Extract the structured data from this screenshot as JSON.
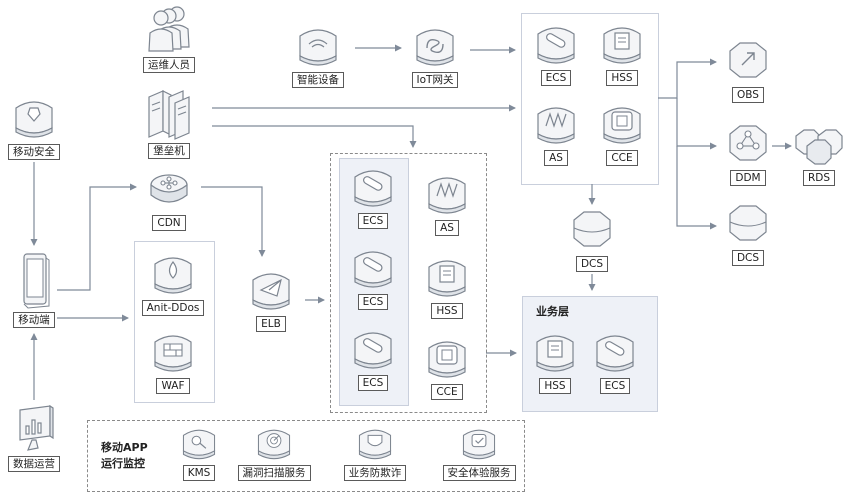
{
  "nodes": {
    "ops_staff": "运维人员",
    "bastion": "堡垒机",
    "mobile_security": "移动安全",
    "mobile_terminal": "移动端",
    "data_ops": "数据运营",
    "smart_device": "智能设备",
    "iot_gateway": "IoT网关",
    "cdn": "CDN",
    "anti_ddos": "Anit-DDos",
    "waf": "WAF",
    "elb": "ELB",
    "mid_ecs_1": "ECS",
    "mid_ecs_2": "ECS",
    "mid_ecs_3": "ECS",
    "mid_as": "AS",
    "mid_hss": "HSS",
    "mid_cce": "CCE",
    "top_ecs": "ECS",
    "top_hss": "HSS",
    "top_as": "AS",
    "top_cce": "CCE",
    "obs": "OBS",
    "ddm": "DDM",
    "rds": "RDS",
    "dcs_right": "DCS",
    "dcs_center": "DCS",
    "biz_hss": "HSS",
    "biz_ecs": "ECS",
    "kms": "KMS",
    "vuln_scan": "漏洞扫描服务",
    "anti_fraud": "业务防欺诈",
    "security_test": "安全体验服务"
  },
  "panels": {
    "business_layer": "业务层",
    "app_monitor_line1": "移动APP",
    "app_monitor_line2": "运行监控"
  },
  "colors": {
    "stroke": "#7d8590",
    "icon_fill": "#f4f5f7",
    "panel_fill": "#eef1f7",
    "panel_stroke": "#c9cfdc",
    "arrow": "#7f8a99"
  }
}
